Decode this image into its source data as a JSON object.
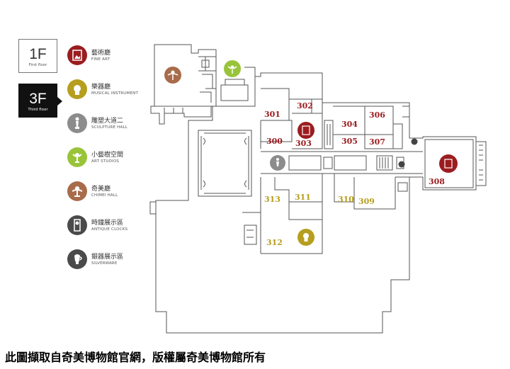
{
  "floors": [
    {
      "label": "1F",
      "sub": "First floor",
      "active": false
    },
    {
      "label": "3F",
      "sub": "Third floor",
      "active": true
    }
  ],
  "legend": [
    {
      "zh": "藝術廳",
      "en": "FINE ART",
      "color": "#9b1d20",
      "icon": "fine-art-icon"
    },
    {
      "zh": "樂器廳",
      "en": "MUSICAL INSTRUMENT",
      "color": "#b69e1e",
      "icon": "musical-instrument-icon"
    },
    {
      "zh": "雕塑大道二",
      "en": "SCULPTURE HALL",
      "color": "#8c8c8c",
      "icon": "sculpture-icon"
    },
    {
      "zh": "小藝樹空間",
      "en": "ART STUDIOS",
      "color": "#99c43a",
      "icon": "art-studios-icon"
    },
    {
      "zh": "奇美廳",
      "en": "CHIMEI HALL",
      "color": "#a86c4b",
      "icon": "chimei-hall-icon"
    },
    {
      "zh": "時鐘展示區",
      "en": "ANTIQUE CLOCKS",
      "color": "#4a4a4a",
      "icon": "clock-icon"
    },
    {
      "zh": "銀器展示區",
      "en": "SILVERWARE",
      "color": "#4a4a4a",
      "icon": "silverware-icon"
    }
  ],
  "rooms": {
    "r302": "302",
    "r301": "301",
    "r300": "300",
    "r303": "303",
    "r304": "304",
    "r305": "305",
    "r306": "306",
    "r307": "307",
    "r308": "308",
    "r313": "313",
    "r311": "311",
    "r310": "310",
    "r309": "309",
    "r312": "312"
  },
  "colors": {
    "fine_art": "#9b1d20",
    "instrument": "#b69e1e"
  },
  "footer": "此圖擷取自奇美博物館官網，版權屬奇美博物館所有"
}
